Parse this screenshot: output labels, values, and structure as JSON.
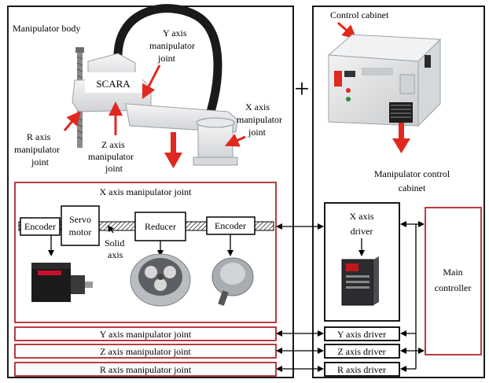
{
  "labels": {
    "manipulator_body": "Manipulator body",
    "control_cabinet": "Control cabinet",
    "scara": "SCARA",
    "y_joint_1": "Y axis",
    "y_joint_2": "manipulator",
    "y_joint_3": "joint",
    "x_joint_1": "X axis",
    "x_joint_2": "manipulator",
    "x_joint_3": "joint",
    "r_joint_1": "R axis",
    "r_joint_2": "manipulator",
    "r_joint_3": "joint",
    "z_joint_1": "Z axis",
    "z_joint_2": "manipulator",
    "z_joint_3": "joint",
    "plus": "+",
    "mcc_1": "Manipulator control",
    "mcc_2": "cabinet",
    "x_joint_box_title": "X axis  manipulator joint",
    "encoder": "Encoder",
    "servo_1": "Servo",
    "servo_2": "motor",
    "reducer": "Reducer",
    "encoder_2": "Encoder",
    "solid_1": "Solid",
    "solid_2": "axis",
    "x_driver_1": "X axis",
    "x_driver_2": "driver",
    "main_1": "Main",
    "main_2": "controller",
    "y_joint_bar": "Y axis  manipulator joint",
    "z_joint_bar": "Z axis  manipulator joint",
    "r_joint_bar": "R axis  manipulator joint",
    "y_driver": "Y axis driver",
    "z_driver": "Z axis driver",
    "r_driver": "R axis driver"
  },
  "colors": {
    "accent_red": "#e0281e",
    "box_red": "#b3262b",
    "black": "#000000"
  }
}
